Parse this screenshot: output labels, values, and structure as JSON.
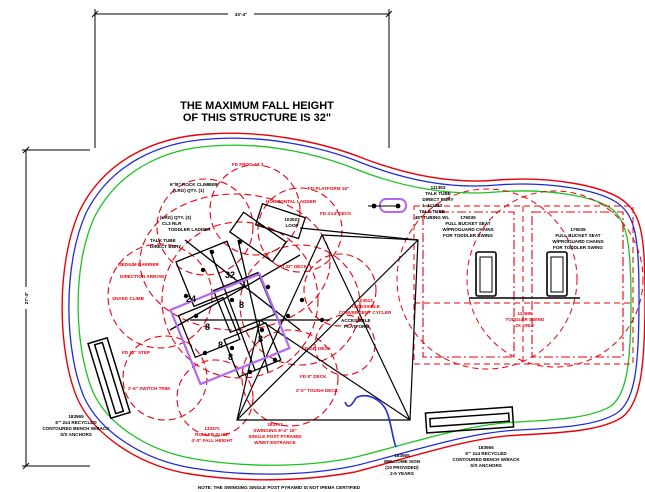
{
  "dimensions": {
    "top_width": "33'-4\"",
    "left_height": "27'-4\""
  },
  "fall_height_note": {
    "line1": "THE MAXIMUM FALL HEIGHT",
    "line2": "OF THIS STRUCTURE IS 32\""
  },
  "black_labels": {
    "talk_tube_id": "111363",
    "talk_tube_title": "TALK TUBE",
    "talk_tube_sub": "DIRECT BURY",
    "talk_tube_qty": "1 -111363",
    "talk_tube_name": "TALK TUBE",
    "talk_tube_len": "48\" TUBING WL",
    "left_talk_tube": "TALK TUBE",
    "left_talk_tube_sub": "DIRECT BURY",
    "accessible_line1": "ACCESSIBLE",
    "accessible_line2": "PLATFORM",
    "seat_left_id": "176035",
    "seat_left_title": "FULL BUCKET SEAT",
    "seat_left_line2": "W/PROGUARD CHAINS",
    "seat_left_line3": "FOR TODDLER SWING",
    "seat_right_id": "176035",
    "seat_right_title": "FULL BUCKET SEAT",
    "seat_right_line2": "W/PROGUARD CHAINS",
    "seat_right_line3": "FOR TODDLER SWING",
    "swing_frame_id": "113585",
    "swing_frame_title": "TODDLER SWING",
    "swing_frame_sub": "2X ONLY",
    "bench_left_id": "183565",
    "bench_left_line1": "6'\" 2x4 RECYCLED",
    "bench_left_line2": "CONTOURED BENCH W/BACK",
    "bench_left_line3": "S/S ANCHORS",
    "bench_right_id": "183565",
    "bench_right_line1": "6'\" 2x4 RECYCLED",
    "bench_right_line2": "CONTOURED BENCH W/BACK",
    "bench_right_line3": "S/S ANCHORS",
    "welcome_id": "183565",
    "welcome_line1": "WELCOME SIGN",
    "welcome_line2": "(10 PROVIDED)",
    "welcome_line3": "2-5 YEARS",
    "bottom_note": "NOTE: THE SWINGING SINGLE POST PYRAMID IS NOT IPEMA CERTIFIED"
  },
  "red_labels": {
    "rock_climber": "6\"/8\" ROCK CLIMBER",
    "rock_climber_qty": "(LRG) QTY. (1)",
    "ladder_qty": "(LRG) QTY. (3)",
    "ladder_code": "CL3 RLR",
    "ladder_name": "TODDLER LADDER",
    "accessible_cycler_id": "103023",
    "accessible_cycler_title": "ACCESSIBLE",
    "accessible_cycler_sub": "CONVERGENT CYCLER",
    "overhead_ladder": "HORIZONTAL LADDER",
    "welcome_id": "103023",
    "welcome_title": "LOOP",
    "single_post_id": "183797",
    "single_post_line1": "SWINGING 8'-4\" 16\"",
    "single_post_line2": "SINGLE POST PYRAMID",
    "single_post_line3": "W/NET ENTRANCE",
    "roller_id": "133370",
    "roller_title": "ROLLER SLIDE",
    "roller_sub": "4'-0\" FALL HEIGHT",
    "deck_numbers": [
      "32",
      "24",
      "8",
      "8",
      "8",
      "8",
      "8"
    ],
    "scatter": [
      "FD FROG AT 3",
      "FD 4'x4' DECK",
      "FD PLATFORM 16\"",
      "DIRECTION ARROW",
      "FD 12\" STEP",
      "FD 32\" DECK",
      "SNAKE CLIMB",
      "FD 24\" DECK",
      "FD 8\" DECK",
      "2'-6\" SWITCH TRIM",
      "MEDIUM BARRIER",
      "2'-0\" TOUGH DECK"
    ]
  }
}
